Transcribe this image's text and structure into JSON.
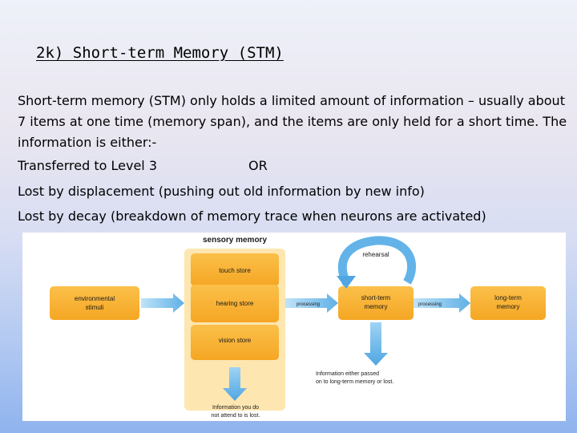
{
  "slide": {
    "title": "2k) Short-term Memory (STM)",
    "paragraph": "Short-term memory (STM) only holds a limited amount of information – usually about 7 items at one time (memory span), and the items are only held for a short time. The information is either:-",
    "option_transfer": "Transferred to Level 3",
    "option_or": "OR",
    "option_displacement": "Lost by displacement (pushing out old information by new info)",
    "option_decay": "Lost by decay (breakdown of memory trace when neurons are activated)"
  },
  "diagram": {
    "sensory_title": "sensory memory",
    "touch_store": "touch store",
    "hearing_store": "hearing store",
    "vision_store": "vision store",
    "env_line1": "environmental",
    "env_line2": "stimuli",
    "processing_left": "processing",
    "processing_right": "processing",
    "stm_line1": "short-term",
    "stm_line2": "memory",
    "ltm_line1": "long-term",
    "ltm_line2": "memory",
    "rehearsal": "rehearsal",
    "info_passed_line1": "Information either passed",
    "info_passed_line2": "on to long-term memory or lost.",
    "not_attend_line1": "Information you do",
    "not_attend_line2": "not attend to is lost."
  },
  "colors": {
    "box_orange": "#f8b12f",
    "store_light": "#fcd58a",
    "panel_yellow": "#fde6b0",
    "arrow_blue": "#63b3e8"
  }
}
